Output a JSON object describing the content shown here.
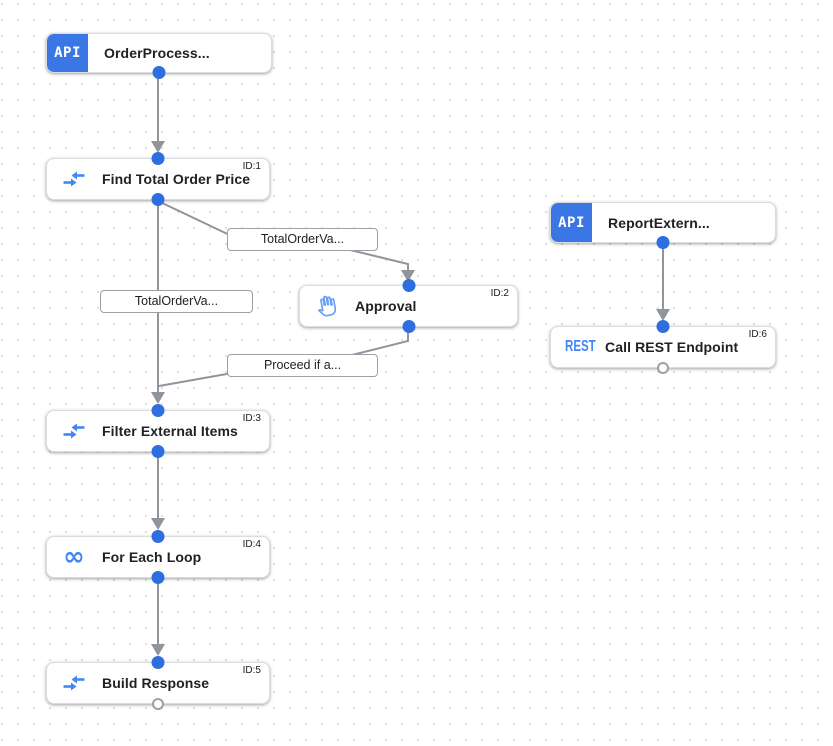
{
  "canvas": {
    "colors": {
      "accent_blue": "#3b76e5",
      "port_blue": "#2e6ee0",
      "icon_blue": "#4285f4",
      "hand_blue": "#669df6",
      "edge_gray": "#8f959b",
      "node_border": "#dadce0",
      "text_dark": "#202124",
      "dot_grid": "#e1e1e1"
    }
  },
  "triggers": [
    {
      "label": "OrderProcess...",
      "badge": "API"
    },
    {
      "label": "ReportExtern...",
      "badge": "API"
    }
  ],
  "tasks": [
    {
      "label": "Find Total Order Price",
      "id": "ID:1",
      "icon": "data-mapping-icon"
    },
    {
      "label": "Approval",
      "id": "ID:2",
      "icon": "hand-icon"
    },
    {
      "label": "Filter External Items",
      "id": "ID:3",
      "icon": "data-mapping-icon"
    },
    {
      "label": "For Each Loop",
      "id": "ID:4",
      "icon": "infinity-icon"
    },
    {
      "label": "Build Response",
      "id": "ID:5",
      "icon": "data-mapping-icon"
    },
    {
      "label": "Call REST Endpoint",
      "id": "ID:6",
      "icon": "rest-icon",
      "badge": "REST"
    }
  ],
  "edge_labels": [
    {
      "text": "TotalOrderVa..."
    },
    {
      "text": "TotalOrderVa..."
    },
    {
      "text": "Proceed if a..."
    }
  ],
  "icons": {
    "infinity": "∞"
  }
}
